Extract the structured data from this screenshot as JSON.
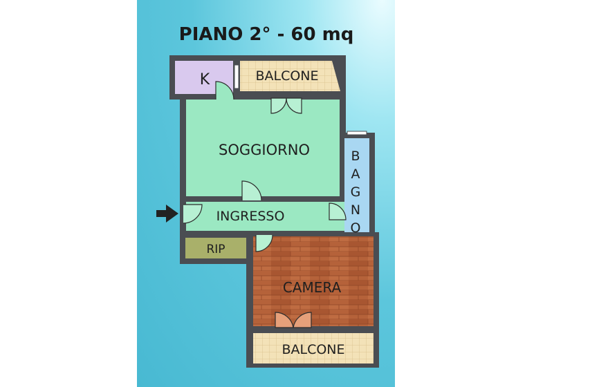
{
  "title": "PIANO 2° - 60 mq",
  "rooms": {
    "k": "K",
    "balcone_top": "BALCONE",
    "soggiorno": "SOGGIORNO",
    "bagno": [
      "B",
      "A",
      "G",
      "N",
      "O"
    ],
    "ingresso": "INGRESSO",
    "rip": "RIP",
    "camera": "CAMERA",
    "balcone_bottom": "BALCONE"
  },
  "colors": {
    "background": "#5cc6dc",
    "wall": "#4a4d52",
    "living": "#9be8c2",
    "kitchen": "#d9c9ee",
    "bath": "#a9d7f2",
    "storage": "#a9b06a",
    "bedroom": "#b5623a",
    "balcony": "#f3e2b8"
  },
  "icons": {
    "entrance": "arrow-right-icon"
  }
}
